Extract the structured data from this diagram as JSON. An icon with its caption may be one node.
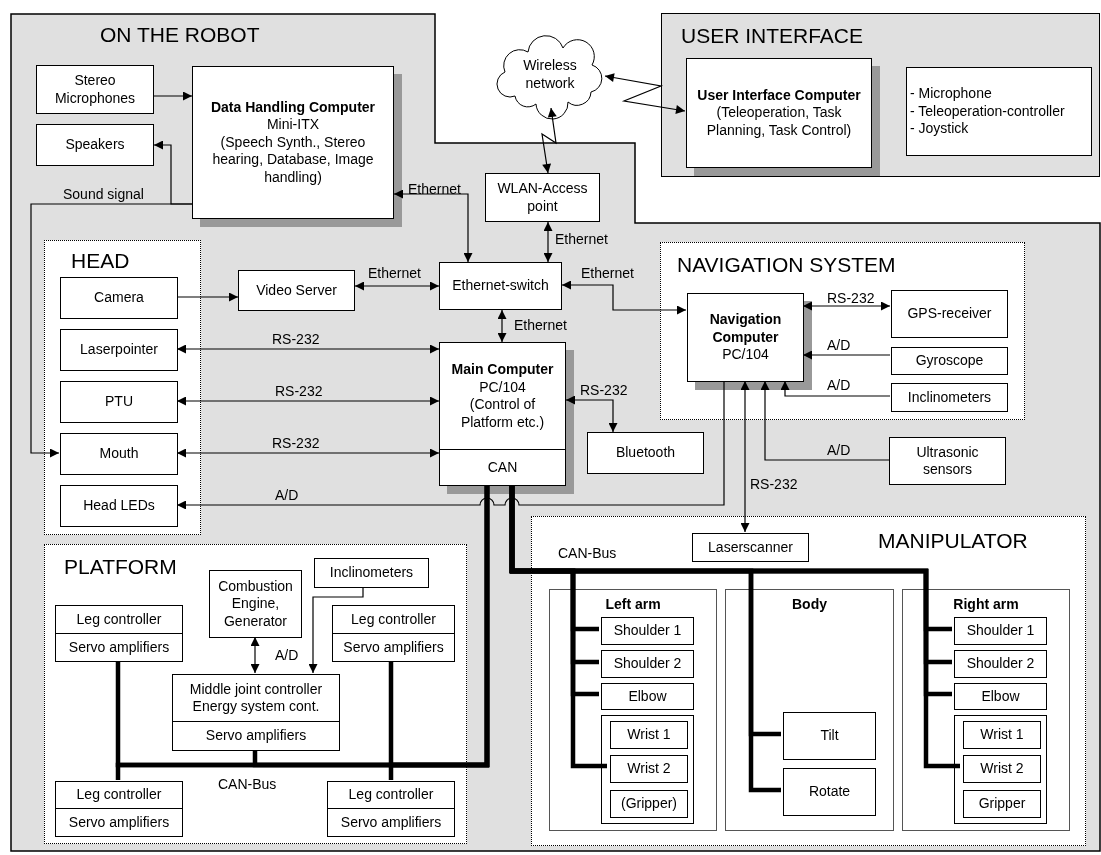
{
  "diagram": {
    "nodes": [
      {
        "text": [
          "ON THE ROBOT"
        ]
      },
      {
        "text": [
          "Stereo Microphones"
        ],
        "in": 0
      },
      {
        "text": [
          "Data Handling Computer",
          "Mini-ITX",
          "(Speech Synth., Stereo hearing, Database, Image handling)"
        ],
        "in": 0
      },
      {
        "text": [
          "Speakers"
        ],
        "in": 0
      },
      {
        "text": [
          "Wireless network"
        ]
      },
      {
        "text": [
          "USER INTERFACE"
        ]
      },
      {
        "text": [
          "User Interface Computer",
          "(Teleoperation, Task Planning, Task Control)"
        ],
        "in": 5
      },
      {
        "text": [
          "- Microphone",
          "- Teleoperation-controller",
          "- Joystick"
        ],
        "in": 5
      },
      {
        "text": [
          "WLAN-Access point"
        ],
        "in": 0
      },
      {
        "text": [
          "HEAD"
        ],
        "in": 0
      },
      {
        "text": [
          "Camera"
        ],
        "in": 9
      },
      {
        "text": [
          "Video Server"
        ],
        "in": 0
      },
      {
        "text": [
          "Ethernet-switch"
        ],
        "in": 0
      },
      {
        "text": [
          "NAVIGATION SYSTEM"
        ],
        "in": 0
      },
      {
        "text": [
          "Navigation Computer",
          "PC/104"
        ],
        "in": 13
      },
      {
        "text": [
          "GPS-receiver"
        ],
        "in": 13
      },
      {
        "text": [
          "Laserpointer"
        ],
        "in": 9
      },
      {
        "text": [
          "Main Computer",
          "PC/104",
          "(Control of Platform etc.)",
          "CAN"
        ],
        "in": 0
      },
      {
        "text": [
          "Gyroscope"
        ],
        "in": 13
      },
      {
        "text": [
          "Inclinometers"
        ],
        "in": 13
      },
      {
        "text": [
          "PTU"
        ],
        "in": 9
      },
      {
        "text": [
          "Mouth"
        ],
        "in": 9
      },
      {
        "text": [
          "Bluetooth"
        ],
        "in": 0
      },
      {
        "text": [
          "Ultrasonic sensors"
        ],
        "in": 0
      },
      {
        "text": [
          "Head LEDs"
        ],
        "in": 9
      },
      {
        "text": [
          "PLATFORM"
        ],
        "in": 0
      },
      {
        "text": [
          "MANIPULATOR"
        ],
        "in": 0
      },
      {
        "text": [
          "Laserscanner"
        ],
        "in": 26
      },
      {
        "text": [
          "Combustion Engine, Generator"
        ],
        "in": 25
      },
      {
        "text": [
          "Inclinometers"
        ],
        "in": 25
      },
      {
        "text": [
          "Leg controller",
          "Servo amplifiers"
        ],
        "in": 25
      },
      {
        "text": [
          "Leg controller",
          "Servo amplifiers"
        ],
        "in": 25
      },
      {
        "text": [
          "Middle joint controller",
          "Energy system cont.",
          "Servo amplifiers"
        ],
        "in": 25
      },
      {
        "text": [
          "Leg controller",
          "Servo amplifiers"
        ],
        "in": 25
      },
      {
        "text": [
          "Leg controller",
          "Servo amplifiers"
        ],
        "in": 25
      },
      {
        "text": [
          "Left arm"
        ],
        "in": 26
      },
      {
        "text": [
          "Body"
        ],
        "in": 26
      },
      {
        "text": [
          "Right arm"
        ],
        "in": 26
      },
      {
        "text": [
          "Shoulder 1"
        ],
        "in": 35
      },
      {
        "text": [
          "Shoulder 2"
        ],
        "in": 35
      },
      {
        "text": [
          "Elbow"
        ],
        "in": 35
      },
      {
        "text": [],
        "shape": "box",
        "in": 35
      },
      {
        "text": [
          "Wrist 1"
        ],
        "in": 41
      },
      {
        "text": [
          "Wrist 2"
        ],
        "in": 41
      },
      {
        "text": [
          "(Gripper)"
        ],
        "in": 41
      },
      {
        "text": [
          "Tilt"
        ],
        "in": 36
      },
      {
        "text": [
          "Rotate"
        ],
        "in": 36
      },
      {
        "text": [
          "Shoulder 1"
        ],
        "in": 37
      },
      {
        "text": [
          "Shoulder 2"
        ],
        "in": 37
      },
      {
        "text": [
          "Elbow"
        ],
        "in": 37
      },
      {
        "text": [],
        "shape": "box",
        "in": 37
      },
      {
        "text": [
          "Wrist 1"
        ],
        "in": 50
      },
      {
        "text": [
          "Wrist 2"
        ],
        "in": 50
      },
      {
        "text": [
          "Gripper"
        ],
        "in": 50
      }
    ],
    "edges": [
      {
        "from": 1,
        "to": 2,
        "arrow": "to"
      },
      {
        "from": 2,
        "to": 3,
        "arrow": "to"
      },
      {
        "from": 2,
        "to": 21,
        "arrow": "to",
        "label": "Sound signal"
      },
      {
        "from": 2,
        "to": 12,
        "arrow": "both",
        "label": "Ethernet"
      },
      {
        "from": 4,
        "to": 6,
        "arrow": "both"
      },
      {
        "from": 4,
        "to": 8,
        "arrow": "both"
      },
      {
        "from": 8,
        "to": 12,
        "arrow": "both",
        "label": "Ethernet"
      },
      {
        "from": 10,
        "to": 11,
        "arrow": "to"
      },
      {
        "from": 11,
        "to": 12,
        "arrow": "both",
        "label": "Ethernet"
      },
      {
        "from": 12,
        "to": 17,
        "arrow": "both",
        "label": "Ethernet"
      },
      {
        "from": 12,
        "to": 14,
        "arrow": "both",
        "label": "Ethernet"
      },
      {
        "from": 16,
        "to": 17,
        "arrow": "both",
        "label": "RS-232"
      },
      {
        "from": 20,
        "to": 17,
        "arrow": "both",
        "label": "RS-232"
      },
      {
        "from": 21,
        "to": 17,
        "arrow": "both",
        "label": "RS-232"
      },
      {
        "from": 17,
        "to": 22,
        "arrow": "both",
        "label": "RS-232"
      },
      {
        "from": 14,
        "to": 15,
        "arrow": "both",
        "label": "RS-232"
      },
      {
        "from": 18,
        "to": 14,
        "arrow": "to",
        "label": "A/D"
      },
      {
        "from": 19,
        "to": 14,
        "arrow": "to",
        "label": "A/D"
      },
      {
        "from": 23,
        "to": 14,
        "arrow": "to",
        "label": "A/D"
      },
      {
        "from": 14,
        "to": 27,
        "arrow": "both",
        "label": "RS-232"
      },
      {
        "from": 14,
        "to": 24,
        "arrow": "to",
        "label": "A/D"
      },
      {
        "from": 28,
        "to": 32,
        "arrow": "both"
      },
      {
        "from": 29,
        "to": 32,
        "arrow": "to",
        "label": "A/D"
      },
      {
        "from": 17,
        "to": 30,
        "arrow": "none",
        "style": "thick",
        "label": "CAN-Bus"
      },
      {
        "from": 17,
        "to": 33,
        "arrow": "none",
        "style": "thick"
      },
      {
        "from": 17,
        "to": 32,
        "arrow": "none",
        "style": "thick"
      },
      {
        "from": 17,
        "to": 31,
        "arrow": "none",
        "style": "thick"
      },
      {
        "from": 17,
        "to": 34,
        "arrow": "none",
        "style": "thick"
      },
      {
        "from": 17,
        "to": 38,
        "arrow": "none",
        "style": "thick",
        "label": "CAN-Bus"
      },
      {
        "from": 17,
        "to": 39,
        "arrow": "none",
        "style": "thick"
      },
      {
        "from": 17,
        "to": 40,
        "arrow": "none",
        "style": "thick"
      },
      {
        "from": 17,
        "to": 43,
        "arrow": "none",
        "style": "thick"
      },
      {
        "from": 17,
        "to": 45,
        "arrow": "none",
        "style": "thick"
      },
      {
        "from": 17,
        "to": 46,
        "arrow": "none",
        "style": "thick"
      },
      {
        "from": 17,
        "to": 47,
        "arrow": "none",
        "style": "thick"
      },
      {
        "from": 17,
        "to": 48,
        "arrow": "none",
        "style": "thick"
      },
      {
        "from": 17,
        "to": 49,
        "arrow": "none",
        "style": "thick"
      },
      {
        "from": 17,
        "to": 52,
        "arrow": "none",
        "style": "thick"
      }
    ]
  }
}
